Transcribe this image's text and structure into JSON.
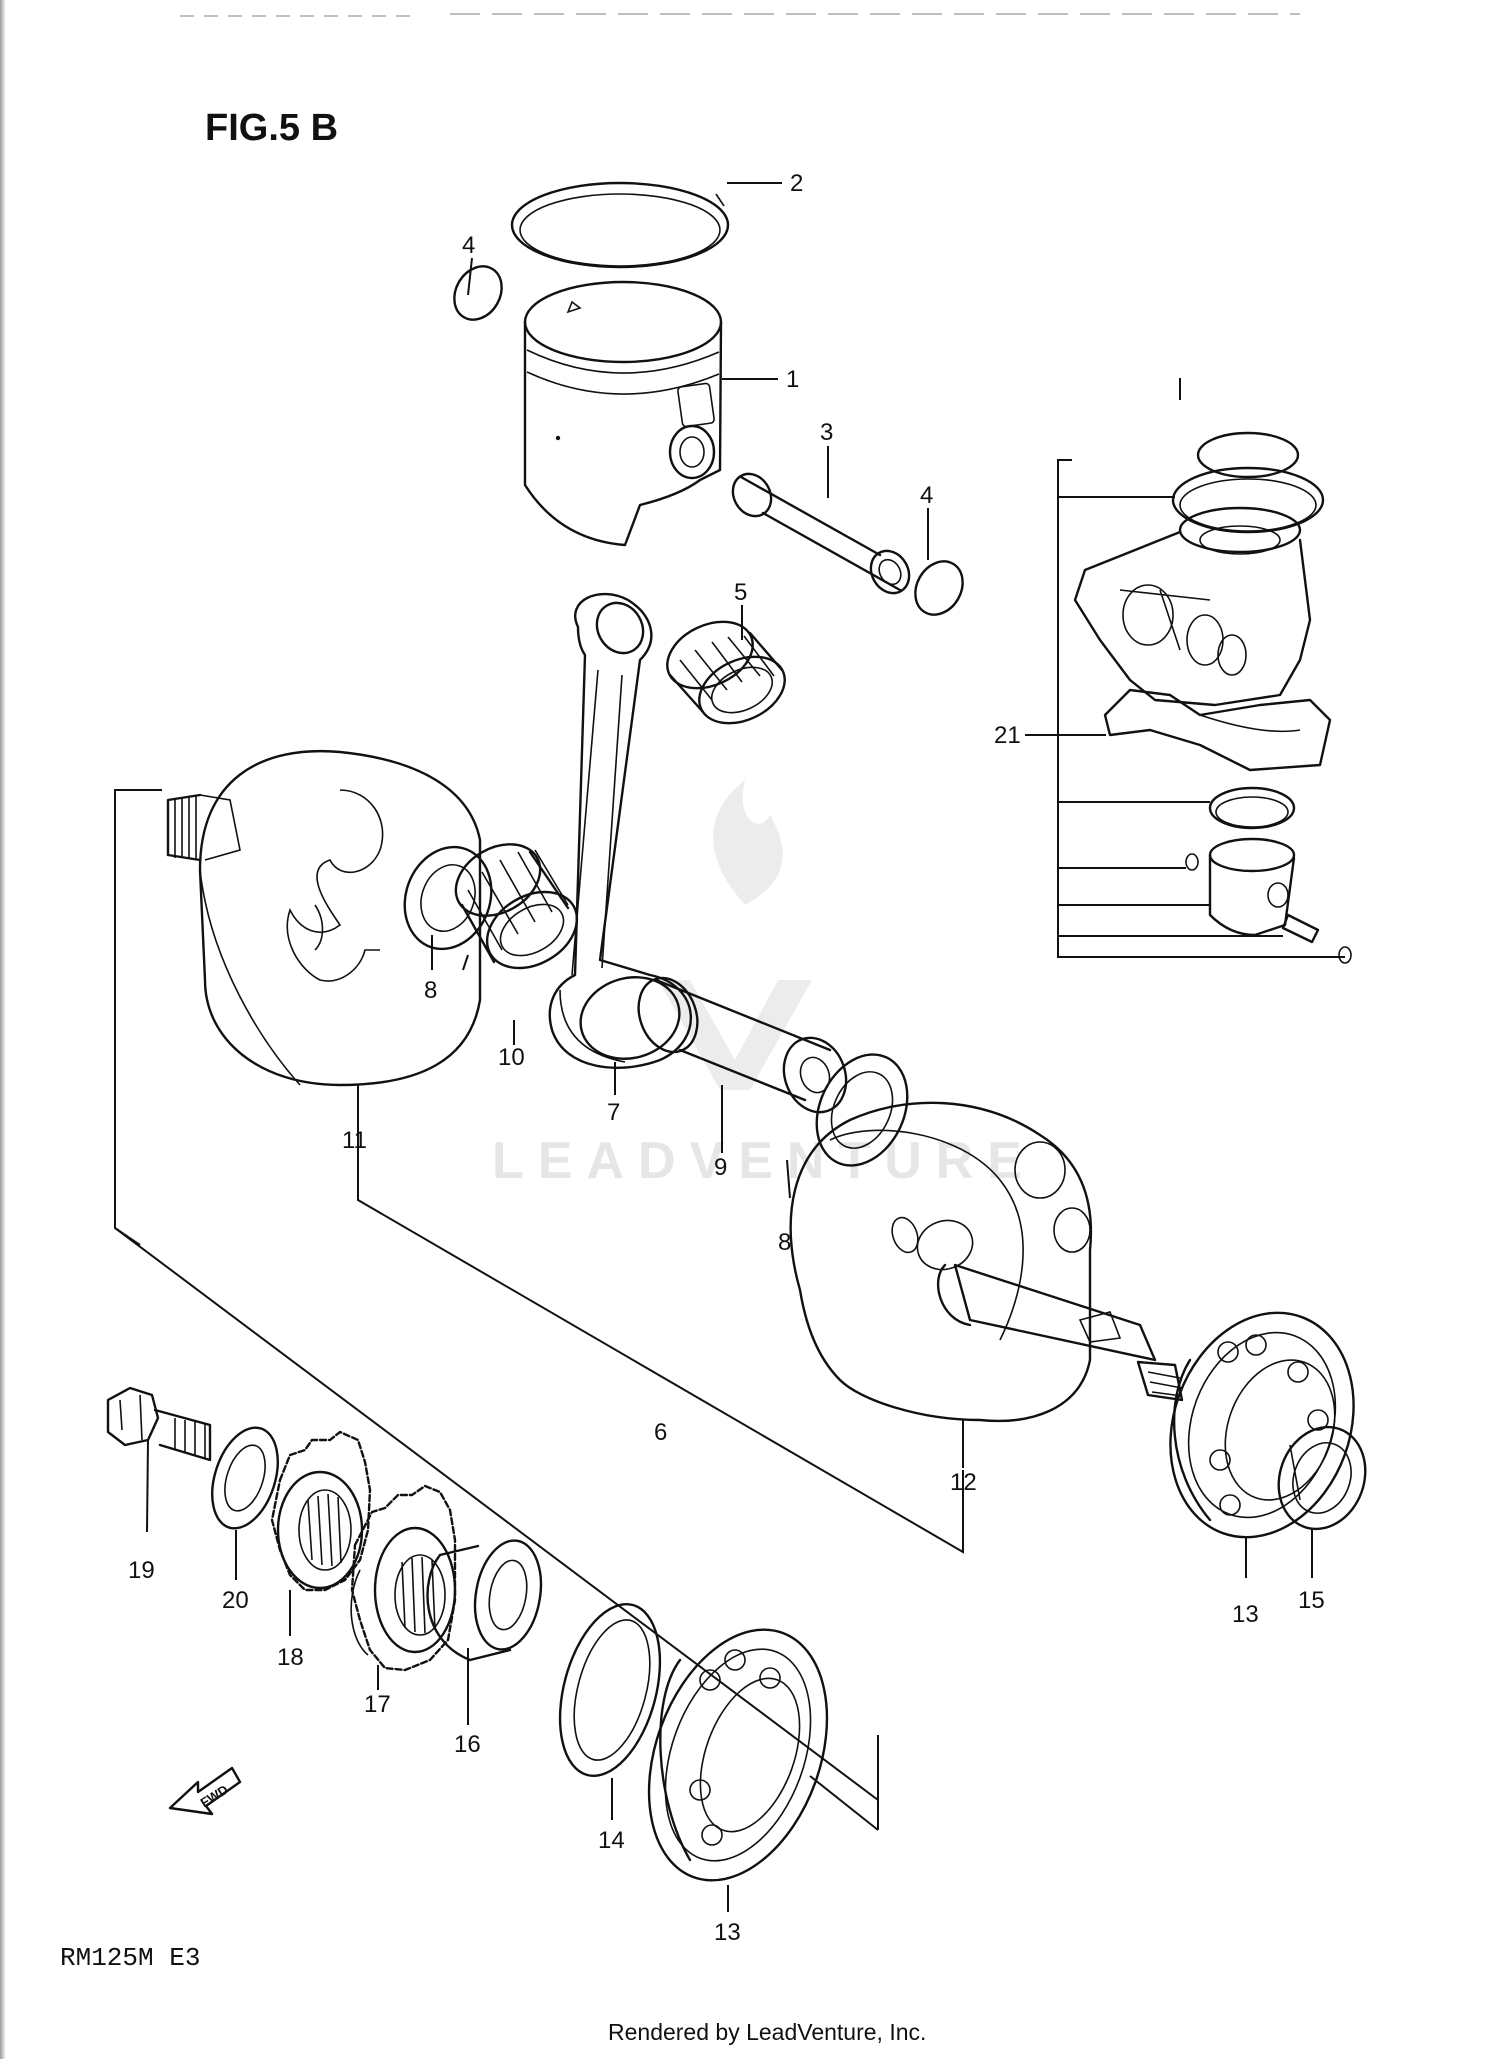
{
  "title": "FIG.5 B",
  "model": "RM125M E3",
  "footer": "Rendered by LeadVenture, Inc.",
  "watermark": "LEADVENTURE",
  "fwd_label": "FWD",
  "callouts": {
    "n1": "1",
    "n2": "2",
    "n3": "3",
    "n4a": "4",
    "n4b": "4",
    "n5": "5",
    "n6": "6",
    "n7": "7",
    "n8a": "8",
    "n8b": "8",
    "n9": "9",
    "n10": "10",
    "n11": "11",
    "n12": "12",
    "n13a": "13",
    "n13b": "13",
    "n14": "14",
    "n15": "15",
    "n16": "16",
    "n17": "17",
    "n18": "18",
    "n19": "19",
    "n20": "20",
    "n21": "21"
  }
}
